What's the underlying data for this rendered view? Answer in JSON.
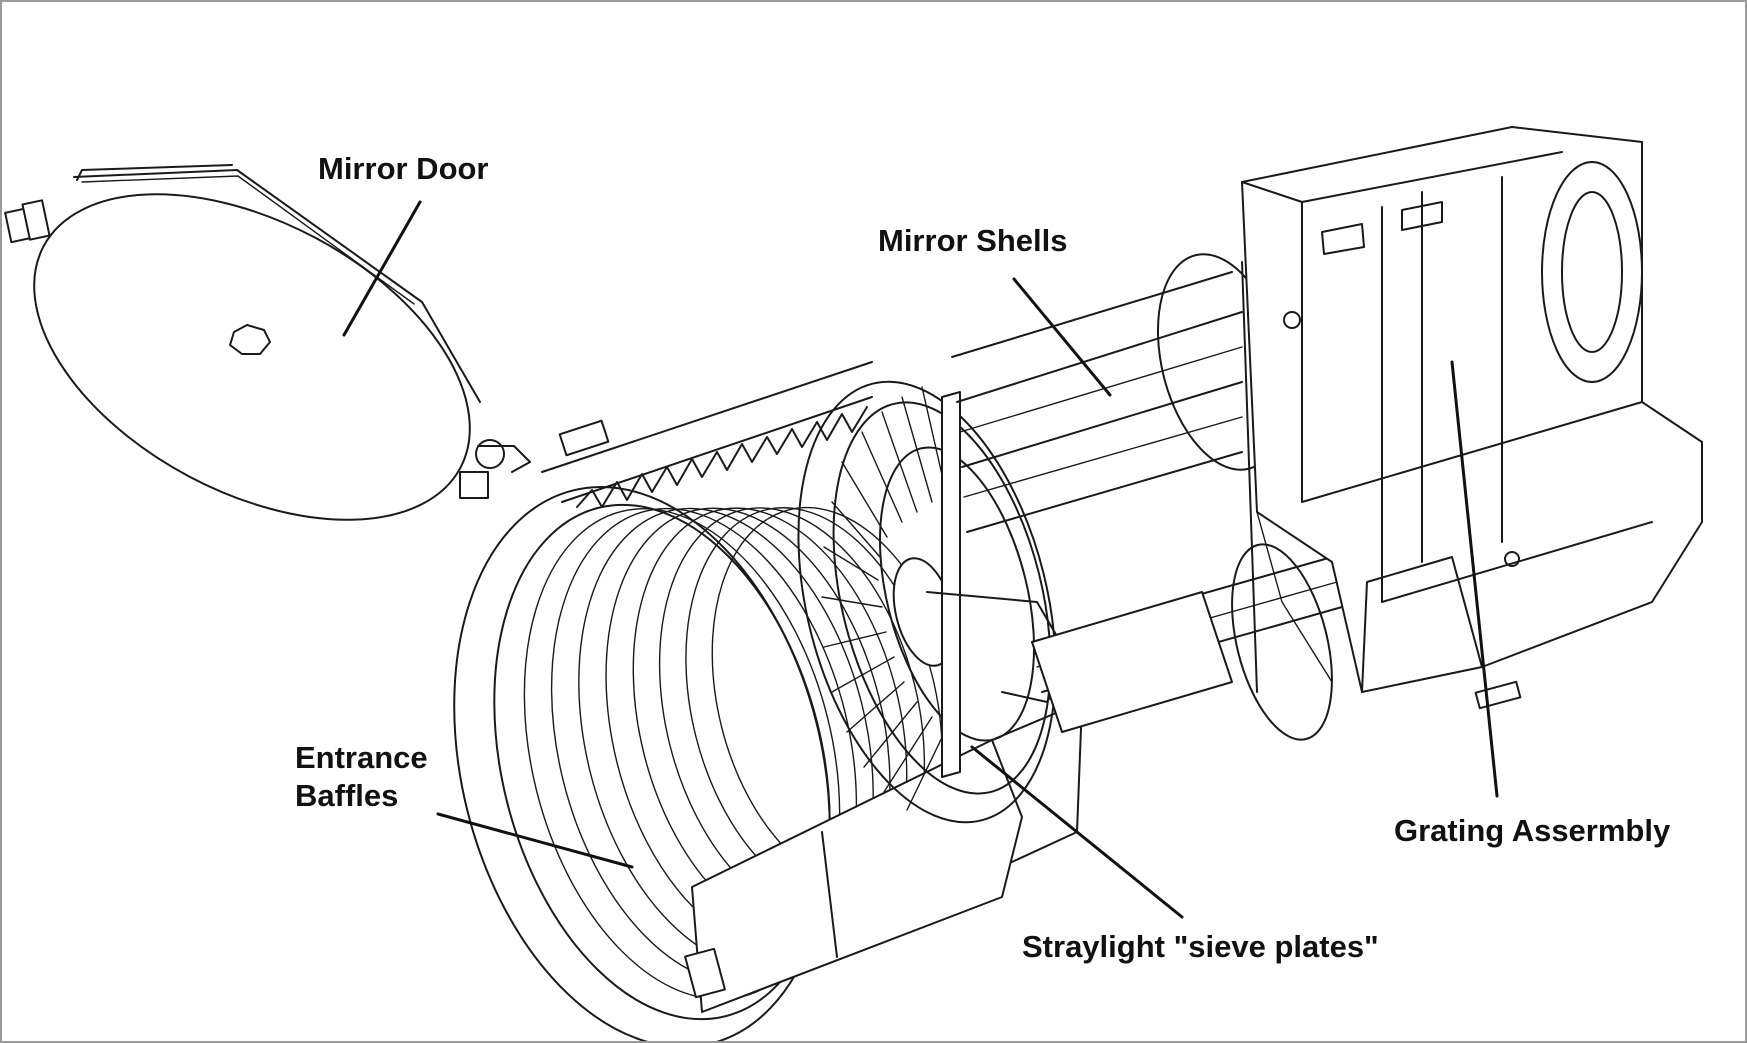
{
  "labels": {
    "mirror_door": "Mirror Door",
    "mirror_shells": "Mirror Shells",
    "entrance_baffles_line1": "Entrance",
    "entrance_baffles_line2": "Baffles",
    "grating_assembly": "Grating Assermbly",
    "straylight_sieve_plates": "Straylight \"sieve plates\""
  },
  "colors": {
    "ink": "#1a1a1a",
    "background": "#ffffff",
    "frame": "#9a9a9a"
  }
}
